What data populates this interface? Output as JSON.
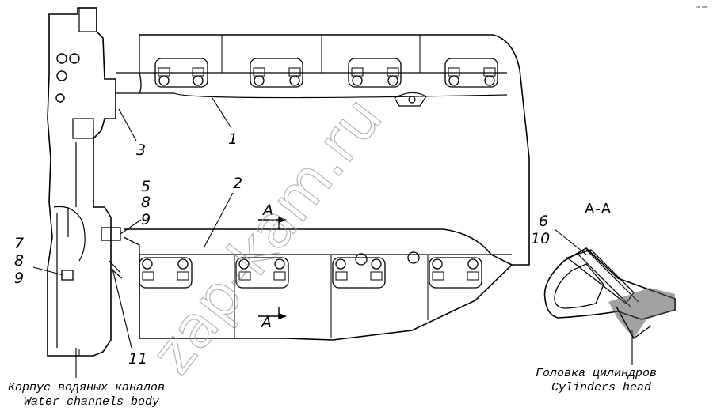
{
  "callouts": {
    "c1": "1",
    "c2": "2",
    "c3": "3",
    "c5": "5",
    "c8a": "8",
    "c9a": "9",
    "c7": "7",
    "c8b": "8",
    "c9b": "9",
    "c11": "11",
    "c6": "6",
    "c10": "10"
  },
  "section": {
    "title": "А-А",
    "marker_top": "А",
    "marker_bottom": "А"
  },
  "captions": {
    "left_ru": "Корпус водяных каналов",
    "left_en": "Water channels body",
    "right_ru": "Головка цилиндров",
    "right_en": "Cylinders head"
  },
  "watermark": "zap-kam.ru",
  "corner_mark": "ᵏᵂ ⁿⁿⁿ"
}
